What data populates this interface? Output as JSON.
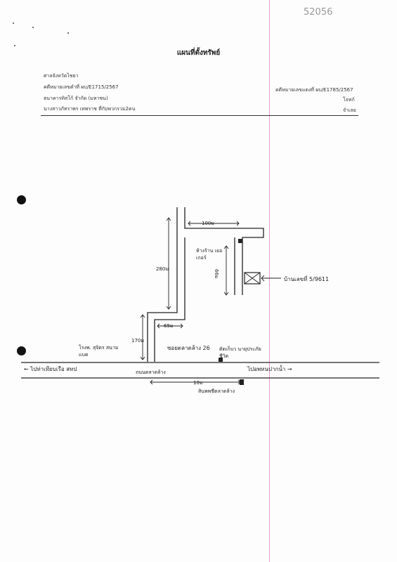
{
  "stamp_number": "52056",
  "title": "แผนที่ตั้งทรัพย์",
  "header": {
    "court": "ศาลจังหวัดไชยา",
    "case_black": "คดีหมายเลขดำที่ ผบ/E1715/2567",
    "plaintiff": "ธนาคารทิสโก้ จำกัด (มหาชน)",
    "defendant": "นางสาวภัทราพร เทพราช ที่กับพวกรวม2คน",
    "case_red": "คดีหมายเลขแดงที่ ผบ/E1785/2567",
    "role_plaintiff": "โจทก์",
    "role_defendant": "จำเลย"
  },
  "map": {
    "dist_top": "100ม",
    "dist_vertical_left": "280ม",
    "dist_vertical_right": "66ม",
    "dist_short": "65ม",
    "dist_bottom_left": "170ม",
    "dist_main_road": "10ม",
    "label_house": "บ้านเลขที่ 5/9611",
    "label_store": "ห้างร้าน เยอเกอร์",
    "label_soi": "ซอยตลาดล้าง 26",
    "label_shop_left": "โรงพ. สุจิตร สนามแบต",
    "label_shop_right": "ตัดเก็บว นายุประภัยชีวิต",
    "label_road": "ถนนตลาดล้าง",
    "label_left_dest": "← ไปท่าเทียบเรือ สทป",
    "label_right_dest": "ไปอพหนปากน้ำ →",
    "label_market": "สินพพชีตลาดล้าง"
  }
}
